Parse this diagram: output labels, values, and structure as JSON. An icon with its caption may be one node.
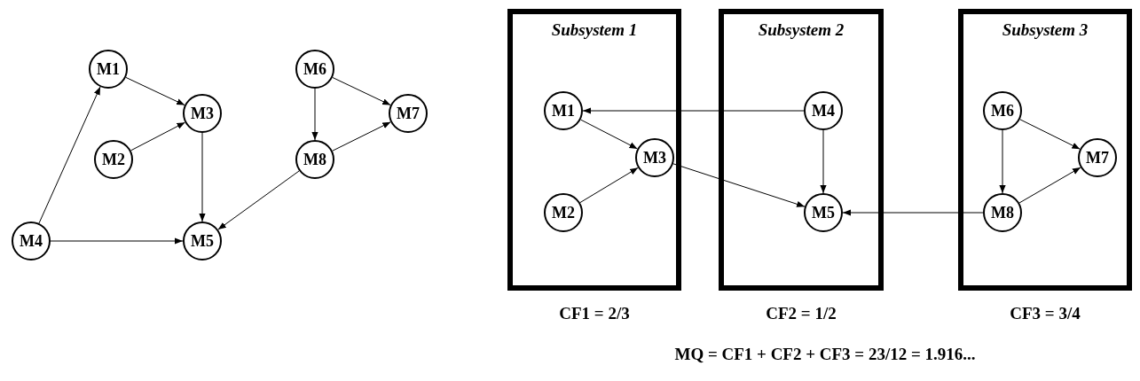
{
  "diagram": {
    "nodes": [
      {
        "text": [
          "M1"
        ]
      },
      {
        "text": [
          "M2"
        ]
      },
      {
        "text": [
          "M3"
        ]
      },
      {
        "text": [
          "M4"
        ]
      },
      {
        "text": [
          "M5"
        ]
      },
      {
        "text": [
          "M6"
        ]
      },
      {
        "text": [
          "M7"
        ]
      },
      {
        "text": [
          "M8"
        ]
      },
      {
        "text": [
          "Subsystem 1"
        ],
        "beside": [
          "CF1 = 2/3"
        ]
      },
      {
        "text": [
          "M1"
        ],
        "in": 8
      },
      {
        "text": [
          "M3"
        ],
        "in": 8
      },
      {
        "text": [
          "M2"
        ],
        "in": 8
      },
      {
        "text": [
          "Subsystem 2"
        ],
        "beside": [
          "CF2 = 1/2"
        ]
      },
      {
        "text": [
          "M4"
        ],
        "in": 12
      },
      {
        "text": [
          "M5"
        ],
        "in": 12
      },
      {
        "text": [
          "Subsystem 3"
        ],
        "beside": [
          "CF3 = 3/4"
        ]
      },
      {
        "text": [
          "M6"
        ],
        "in": 15
      },
      {
        "text": [
          "M7"
        ],
        "in": 15
      },
      {
        "text": [
          "M8"
        ],
        "in": 15
      }
    ],
    "edges": [
      {
        "from": 0,
        "to": 2,
        "arrow": "to"
      },
      {
        "from": 1,
        "to": 2,
        "arrow": "to"
      },
      {
        "from": 2,
        "to": 4,
        "arrow": "to"
      },
      {
        "from": 3,
        "to": 0,
        "arrow": "to"
      },
      {
        "from": 3,
        "to": 4,
        "arrow": "to"
      },
      {
        "from": 5,
        "to": 7,
        "arrow": "to"
      },
      {
        "from": 5,
        "to": 6,
        "arrow": "to"
      },
      {
        "from": 7,
        "to": 6,
        "arrow": "to"
      },
      {
        "from": 7,
        "to": 4,
        "arrow": "to"
      },
      {
        "from": 13,
        "to": 9,
        "arrow": "to"
      },
      {
        "from": 9,
        "to": 10,
        "arrow": "to"
      },
      {
        "from": 11,
        "to": 10,
        "arrow": "to"
      },
      {
        "from": 10,
        "to": 14,
        "arrow": "to"
      },
      {
        "from": 13,
        "to": 14,
        "arrow": "to"
      },
      {
        "from": 16,
        "to": 17,
        "arrow": "to"
      },
      {
        "from": 16,
        "to": 18,
        "arrow": "to"
      },
      {
        "from": 18,
        "to": 17,
        "arrow": "to"
      },
      {
        "from": 18,
        "to": 14,
        "arrow": "to"
      }
    ],
    "labels": [
      "MQ = CF1 + CF2 + CF3 = 23/12 = 1.916..."
    ]
  }
}
